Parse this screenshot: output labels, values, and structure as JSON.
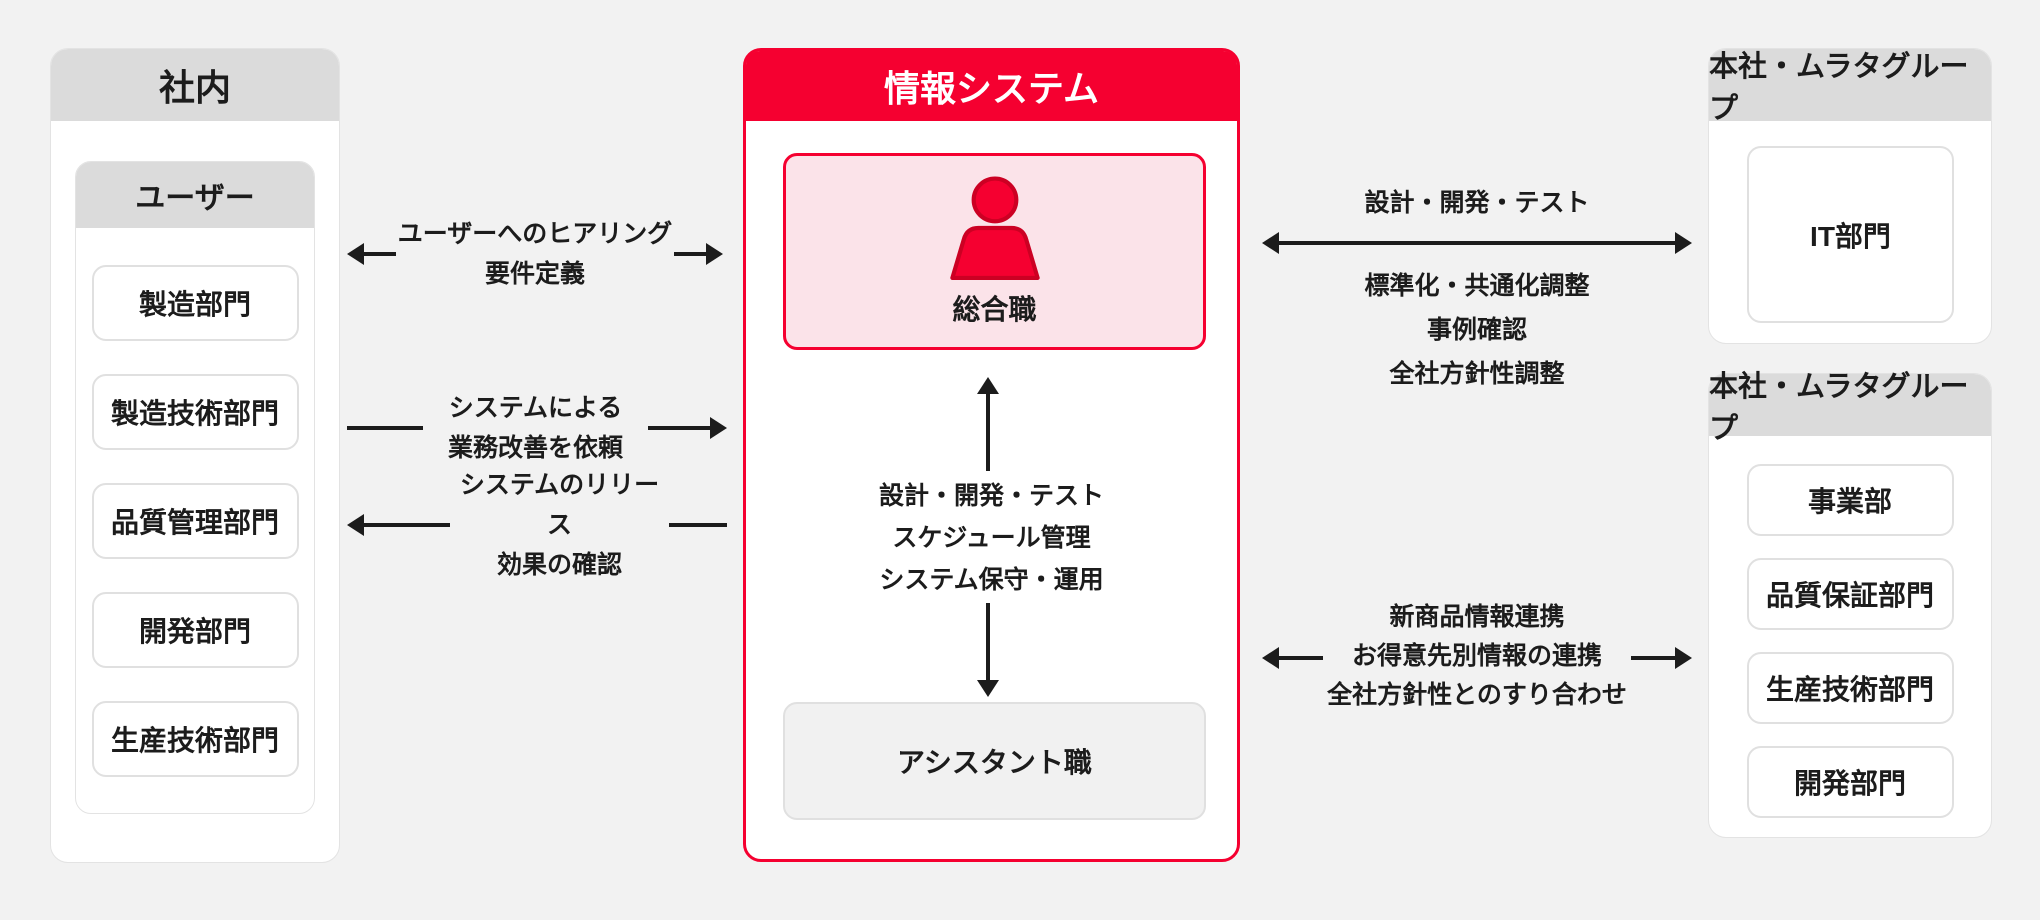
{
  "colors": {
    "page_bg": "#F2F2F2",
    "header_bg": "#DBDBDB",
    "panel_bg": "#FFFFFF",
    "panel_border": "#E3E3E3",
    "box_border": "#E0E0E0",
    "accent_red": "#F50030",
    "accent_red_dark": "#CC0023",
    "pink_bg": "#FBE3E9",
    "assistant_bg": "#F1F1F1",
    "text": "#1C1C1C",
    "arrow": "#1C1C1C"
  },
  "panels": {
    "internal": {
      "title": "社内",
      "user_group": {
        "title": "ユーザー",
        "departments": [
          "製造部門",
          "製造技術部門",
          "品質管理部門",
          "開発部門",
          "生産技術部門"
        ]
      }
    },
    "info_system": {
      "title": "情報システム",
      "sogo_role": "総合職",
      "person_icon": "person-icon",
      "tasks": [
        "設計・開発・テスト",
        "スケジュール管理",
        "システム保守・運用"
      ],
      "assistant_role": "アシスタント職"
    },
    "hq_it": {
      "title": "本社・ムラタグループ",
      "departments": [
        "IT部門"
      ]
    },
    "hq_group": {
      "title": "本社・ムラタグループ",
      "departments": [
        "事業部",
        "品質保証部門",
        "生産技術部門",
        "開発部門"
      ]
    }
  },
  "connections": {
    "hearing": {
      "direction": "both",
      "lines": [
        "ユーザーへのヒアリング",
        "要件定義"
      ]
    },
    "request": {
      "direction": "to_info_system",
      "lines": [
        "システムによる",
        "業務改善を依頼"
      ]
    },
    "release": {
      "direction": "to_internal",
      "lines": [
        "システムのリリース",
        "効果の確認"
      ]
    },
    "it_collaboration": {
      "direction": "both",
      "label_above": "設計・開発・テスト",
      "labels_below": [
        "標準化・共通化調整",
        "事例確認",
        "全社方針性調整"
      ]
    },
    "group_collaboration": {
      "direction": "both",
      "lines": [
        "新商品情報連携",
        "お得意先別情報の連携",
        "全社方針性とのすり合わせ"
      ]
    }
  }
}
